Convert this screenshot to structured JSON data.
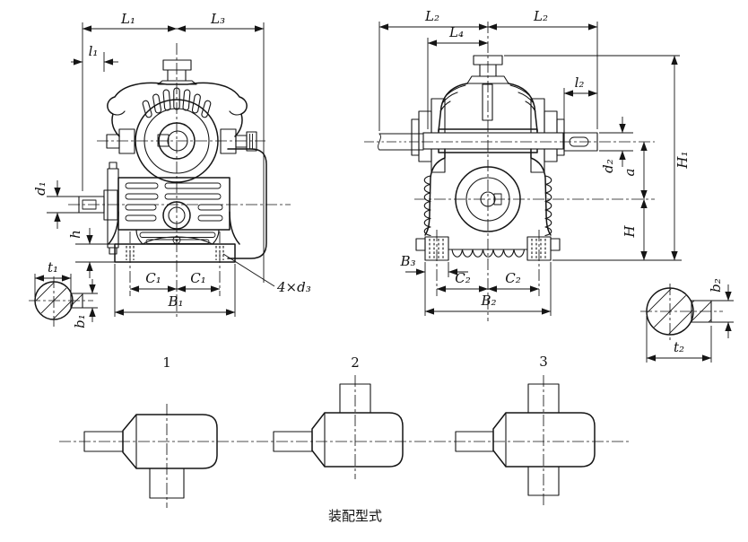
{
  "figure": {
    "caption": "装配型式",
    "colors": {
      "ink": "#151515",
      "paper": "#ffffff"
    },
    "views": {
      "side_view": {
        "dimensions": {
          "L1": "L₁",
          "L3": "L₃",
          "l1": "l₁",
          "d1": "d₁",
          "h": "h",
          "C1": "C₁",
          "B1": "B₁",
          "bolt_note": "4×d₃"
        }
      },
      "input_shaft_section": {
        "t1": "t₁",
        "b1": "b₁"
      },
      "front_view": {
        "dimensions": {
          "L2": "L₂",
          "L4": "L₄",
          "l2": "l₂",
          "d2": "d₂",
          "a": "a",
          "H": "H",
          "H1": "H₁",
          "B3": "B₃",
          "C2": "C₂",
          "B2": "B₂"
        }
      },
      "output_shaft_section": {
        "t2": "t₂",
        "b2": "b₂"
      }
    },
    "assembly_configurations": {
      "items": [
        {
          "label": "1"
        },
        {
          "label": "2"
        },
        {
          "label": "3"
        }
      ]
    }
  }
}
